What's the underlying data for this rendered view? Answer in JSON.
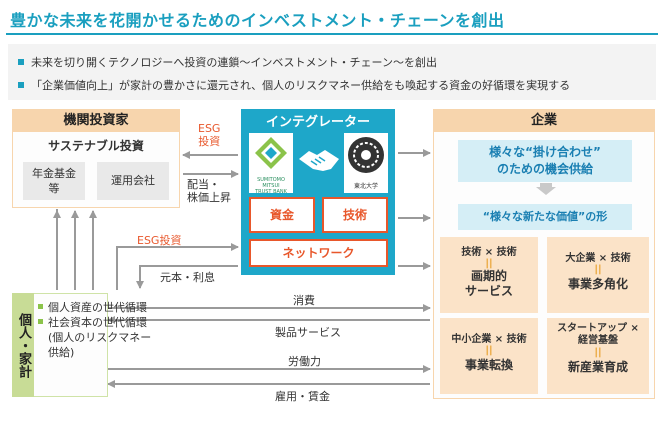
{
  "title": "豊かな未来を花開かせるためのインベストメント・チェーンを創出",
  "summary": [
    "未来を切り開くテクノロジーへ投資の連鎖～インベストメント・チェーン～を創出",
    "「企業価値向上」が家計の豊かさに還元され、個人のリスクマネー供給をも喚起する資金の好循環を実現する"
  ],
  "institutional": {
    "heading": "機関投資家",
    "subheading": "サステナブル投資",
    "boxes": [
      "年金基金\n等",
      "運用会社"
    ]
  },
  "integrator": {
    "heading": "インテグレーター",
    "logo_left_text": "SUMITOMO MITSUI\nTRUST BANK",
    "logo_right_text": "東北大学",
    "capital_label": "資金",
    "tech_label": "技術",
    "network_label": "ネットワーク"
  },
  "enterprise": {
    "heading": "企業",
    "opportunity": "様々な“掛け合わせ”\nのための機会供給",
    "value": "“様々な新たな価値”の形",
    "cells": [
      {
        "top": "技術 × 技術",
        "mark": "||",
        "bottom": "画期的\nサービス"
      },
      {
        "top": "大企業 × 技術",
        "mark": "||",
        "bottom": "事業多角化"
      },
      {
        "top": "中小企業 × 技術",
        "mark": "||",
        "bottom": "事業転換"
      },
      {
        "top": "スタートアップ ×\n経営基盤",
        "mark": "||",
        "bottom": "新産業育成"
      }
    ]
  },
  "household": {
    "heading": "個人・家計",
    "items": [
      "個人資産の世代循環",
      "社会資本の世代循環\n(個人のリスクマネー\n供給)"
    ]
  },
  "flows": {
    "esg_top": "ESG\n投資",
    "dividend": "配当・\n株価上昇",
    "esg_mid": "ESG投資",
    "principal": "元本・利息",
    "consumption": "消費",
    "products": "製品サービス",
    "labor": "労働力",
    "employment": "雇用・賃金"
  },
  "colors": {
    "accent_blue": "#1a9fbf",
    "integrator_blue": "#1ea7c9",
    "orange_head": "#f7d5ad",
    "red": "#e8572b",
    "green": "#8bc34a"
  }
}
